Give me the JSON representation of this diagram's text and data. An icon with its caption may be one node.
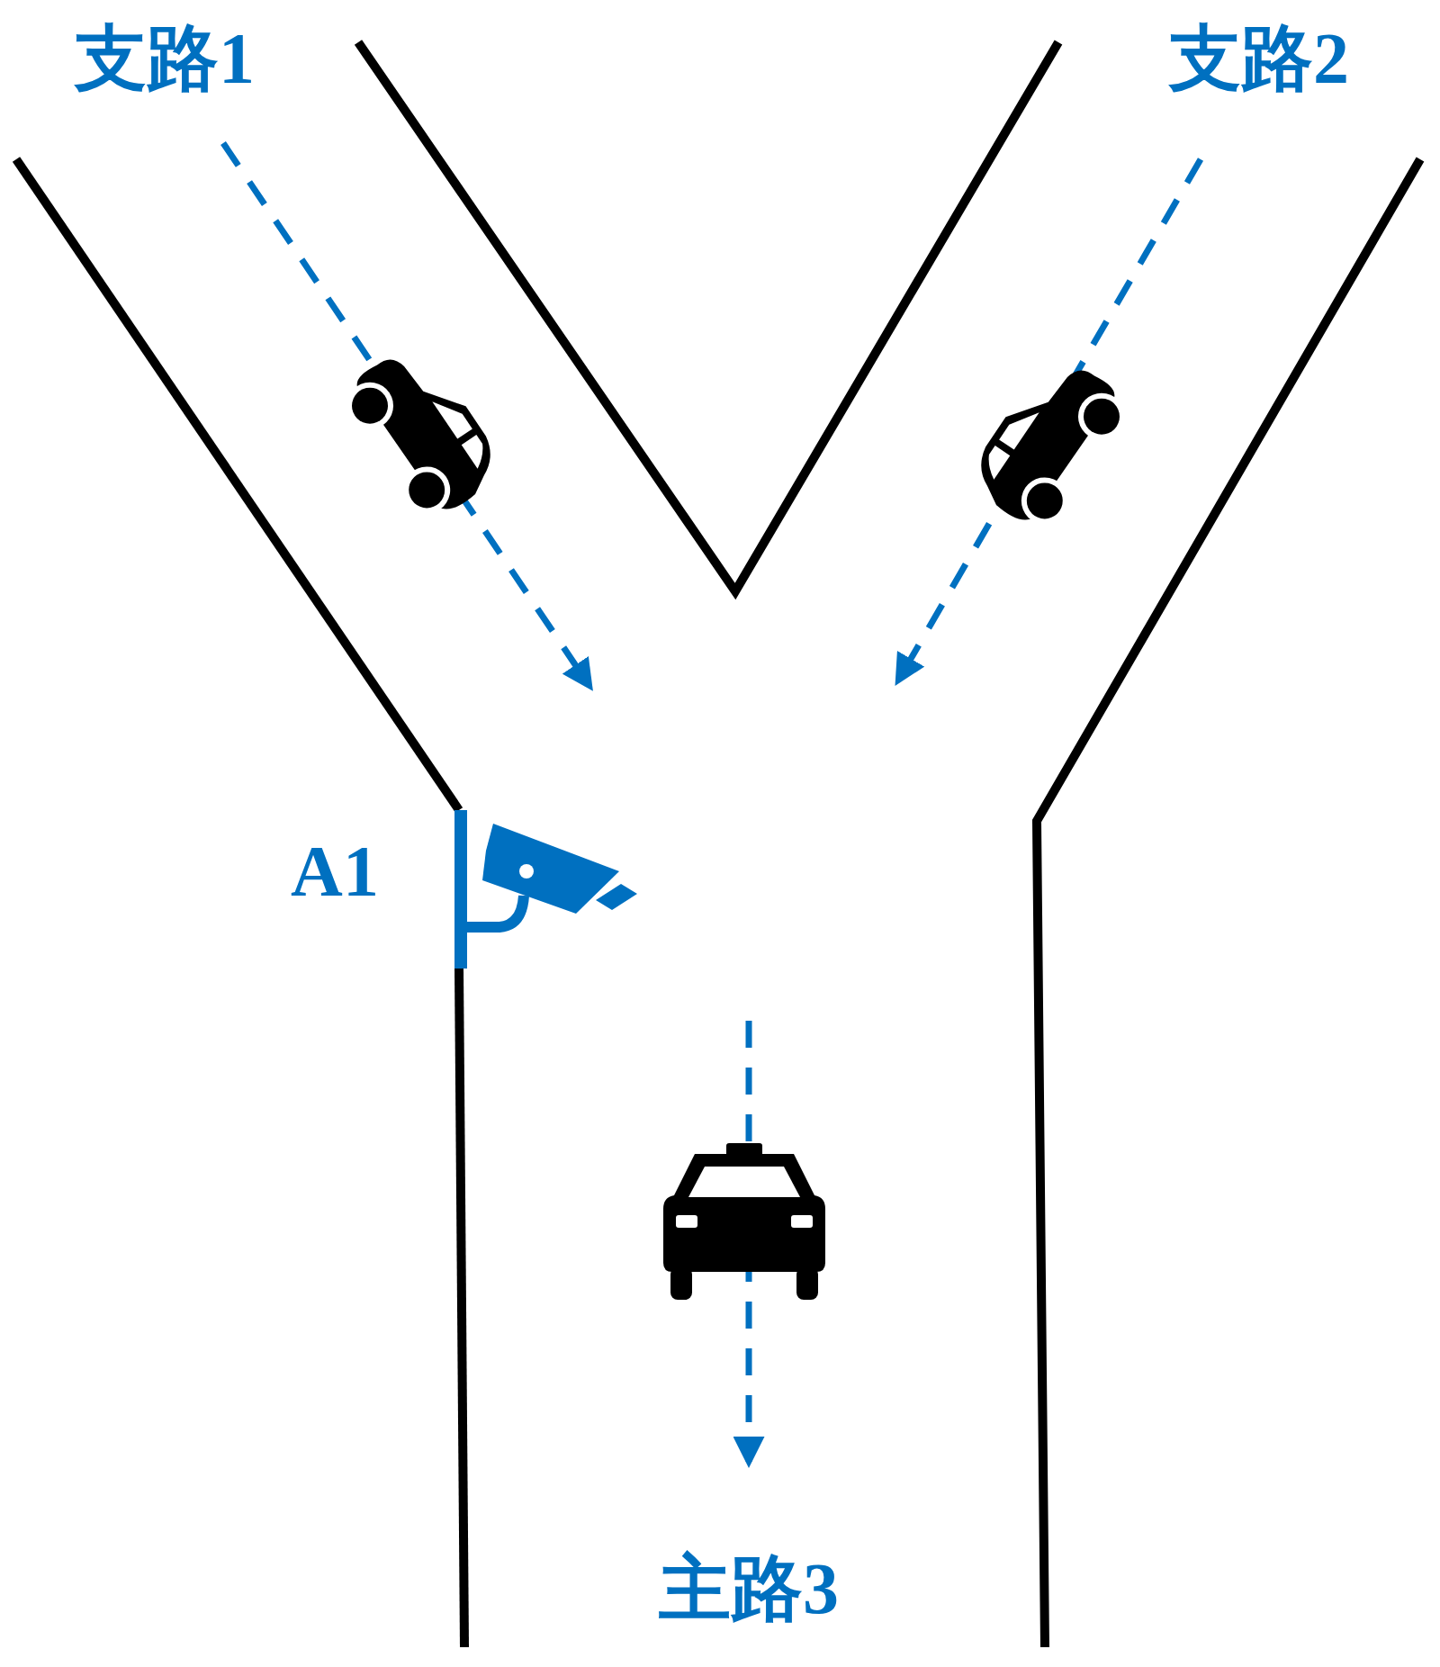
{
  "diagram": {
    "labels": [
      "支路1",
      "支路2",
      "A1",
      "主路3"
    ]
  }
}
